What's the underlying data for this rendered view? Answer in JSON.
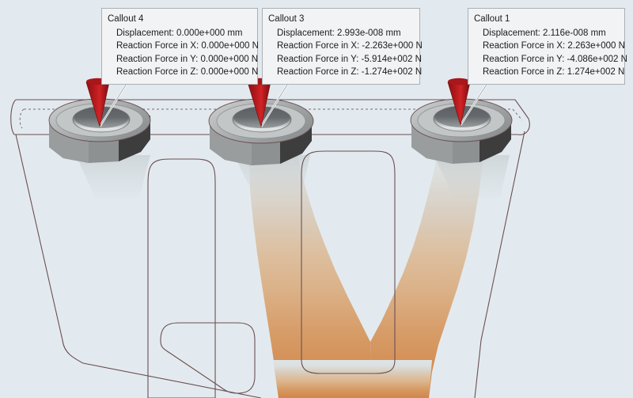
{
  "scene": {
    "background_color": "#e3eaef",
    "edge_color": "#6b4f52",
    "hidden_edge_color": "#7a6568",
    "stress_low_color": "#dfe6ea",
    "stress_mid_color": "#d8bda1",
    "stress_high_color": "#d4884c",
    "arrow_color": "#b5191c",
    "fastener_top_color": "#b9bdbe",
    "fastener_dark_color": "#3a3a3a"
  },
  "callouts": [
    {
      "id": "callout-4",
      "title": "Callout 4",
      "displacement": "Displacement: 0.000e+000 mm",
      "force_x": "Reaction Force in X: 0.000e+000 N",
      "force_y": "Reaction Force in Y: 0.000e+000 N",
      "force_z": "Reaction Force in Z: 0.000e+000 N"
    },
    {
      "id": "callout-3",
      "title": "Callout 3",
      "displacement": "Displacement: 2.993e-008 mm",
      "force_x": "Reaction Force in X: -2.263e+000 N",
      "force_y": "Reaction Force in Y: -5.914e+002 N",
      "force_z": "Reaction Force in Z: -1.274e+002 N"
    },
    {
      "id": "callout-1",
      "title": "Callout 1",
      "displacement": "Displacement: 2.116e-008 mm",
      "force_x": "Reaction Force in X: 2.263e+000 N",
      "force_y": "Reaction Force in Y: -4.086e+002 N",
      "force_z": "Reaction Force in Z: 1.274e+002 N"
    }
  ],
  "markers": [
    {
      "name": "probe-marker-4",
      "label": "probe-arrow-left"
    },
    {
      "name": "probe-marker-3",
      "label": "probe-arrow-center"
    },
    {
      "name": "probe-marker-1",
      "label": "probe-arrow-right"
    }
  ],
  "fasteners": [
    {
      "name": "fastener-left"
    },
    {
      "name": "fastener-center"
    },
    {
      "name": "fastener-right"
    }
  ]
}
